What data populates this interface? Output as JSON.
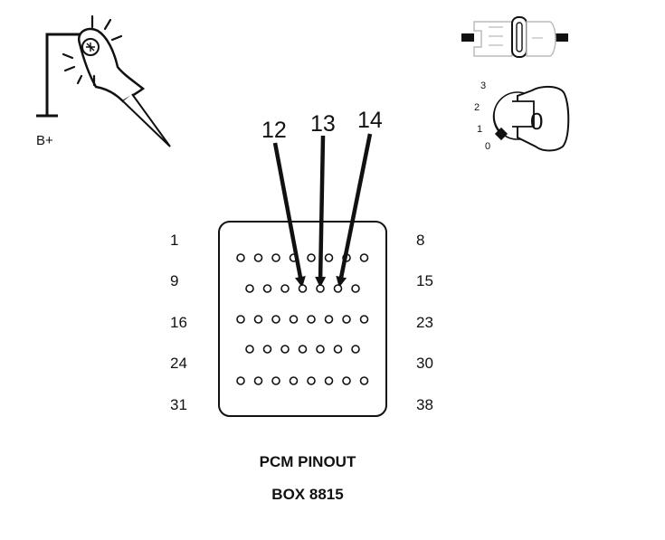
{
  "probe": {
    "supply_label": "B+"
  },
  "ignition": {
    "positions": [
      "3",
      "2",
      "1",
      "0"
    ],
    "key_mark": "0"
  },
  "callouts": [
    "12",
    "13",
    "14"
  ],
  "pin_labels": {
    "left": [
      "1",
      "9",
      "16",
      "24",
      "31"
    ],
    "right": [
      "8",
      "15",
      "23",
      "30",
      "38"
    ]
  },
  "caption": {
    "line1": "PCM PINOUT",
    "line2": "BOX 8815"
  },
  "colors": {
    "line": "#111111",
    "fill": "#ffffff",
    "cap": "#e8e8e8"
  }
}
